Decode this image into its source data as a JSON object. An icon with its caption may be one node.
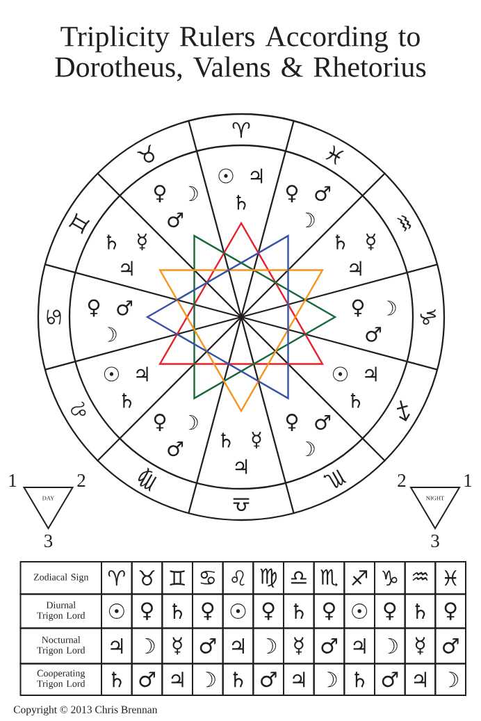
{
  "diagram": {
    "title": "Triplicity Rulers According to Dorotheus, Valens & Rhetorius",
    "nodes": [
      {
        "text": [
          "♈"
        ]
      },
      {
        "text": [
          "☉",
          "♃",
          "♄"
        ]
      },
      {
        "text": [
          "♉"
        ]
      },
      {
        "text": [
          "♀",
          "☽",
          "♂"
        ]
      },
      {
        "text": [
          "♊"
        ]
      },
      {
        "text": [
          "♄",
          "☿",
          "♃"
        ]
      },
      {
        "text": [
          "♋"
        ]
      },
      {
        "text": [
          "♀",
          "♂",
          "☽"
        ]
      },
      {
        "text": [
          "♌"
        ]
      },
      {
        "text": [
          "☉",
          "♃",
          "♄"
        ]
      },
      {
        "text": [
          "♍"
        ]
      },
      {
        "text": [
          "♀",
          "☽",
          "♂"
        ]
      },
      {
        "text": [
          "♎"
        ]
      },
      {
        "text": [
          "♄",
          "☿",
          "♃"
        ]
      },
      {
        "text": [
          "♏"
        ]
      },
      {
        "text": [
          "♀",
          "♂",
          "☽"
        ]
      },
      {
        "text": [
          "♐"
        ]
      },
      {
        "text": [
          "☉",
          "♃",
          "♄"
        ]
      },
      {
        "text": [
          "♑"
        ]
      },
      {
        "text": [
          "♀",
          "☽",
          "♂"
        ]
      },
      {
        "text": [
          "♒"
        ]
      },
      {
        "text": [
          "♄",
          "☿",
          "♃"
        ]
      },
      {
        "text": [
          "♓"
        ]
      },
      {
        "text": [
          "♀",
          "♂",
          "☽"
        ]
      },
      {
        "text": [
          "DAY"
        ],
        "beside": [
          "1",
          "2",
          "3"
        ]
      },
      {
        "text": [
          "NIGHT"
        ],
        "beside": [
          "2",
          "1",
          "3"
        ]
      }
    ],
    "labels": [
      "Zodiacal Sign",
      "♈",
      "♉",
      "♊",
      "♋",
      "♌",
      "♍",
      "♎",
      "♏",
      "♐",
      "♑",
      "♒",
      "♓",
      "Diurnal Trigon Lord",
      "☉",
      "♀",
      "♄",
      "♀",
      "☉",
      "♀",
      "♄",
      "♀",
      "☉",
      "♀",
      "♄",
      "♀",
      "Nocturnal Trigon Lord",
      "♃",
      "☽",
      "☿",
      "♂",
      "♃",
      "☽",
      "☿",
      "♂",
      "♃",
      "☽",
      "☿",
      "♂",
      "Cooperating Trigon Lord",
      "♄",
      "♂",
      "♃",
      "☽",
      "♄",
      "♂",
      "♃",
      "☽",
      "♄",
      "♂",
      "♃",
      "☽",
      "Copyright © 2013 Chris Brennan"
    ]
  }
}
